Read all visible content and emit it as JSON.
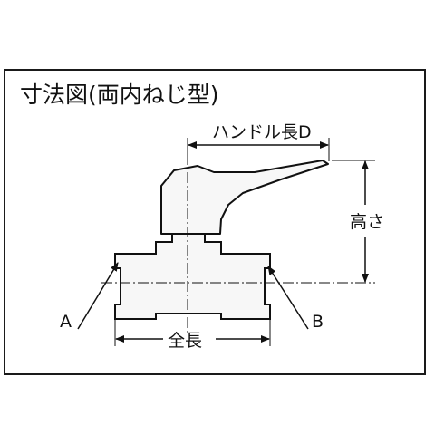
{
  "title": "寸法図(両内ねじ型)",
  "labels": {
    "handle_length": "ハンドル長D",
    "height": "高さ",
    "overall_length": "全長",
    "port_a": "A",
    "port_b": "B"
  },
  "colors": {
    "line": "#111111",
    "body_fill": "#f7f7f7",
    "background": "#ffffff"
  }
}
